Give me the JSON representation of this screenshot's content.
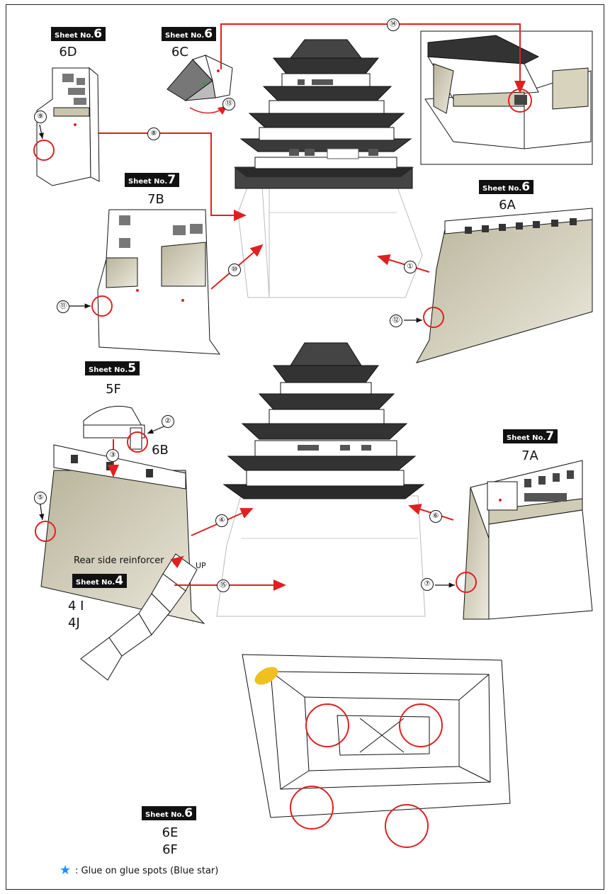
{
  "sheets": {
    "s6d": {
      "label": "Sheet No.",
      "num": "6",
      "code": "6D"
    },
    "s6c": {
      "label": "Sheet No.",
      "num": "6",
      "code": "6C"
    },
    "s7b": {
      "label": "Sheet No.",
      "num": "7",
      "code": "7B"
    },
    "s6a": {
      "label": "Sheet No.",
      "num": "6",
      "code": "6A"
    },
    "s5f": {
      "label": "Sheet No.",
      "num": "5",
      "code": "5F",
      "code2": "6B"
    },
    "s7a": {
      "label": "Sheet No.",
      "num": "7",
      "code": "7A"
    },
    "s4": {
      "label": "Sheet No.",
      "num": "4",
      "code": "4 I",
      "code2": "4J"
    },
    "s6e": {
      "label": "Sheet No.",
      "num": "6",
      "code": "6E",
      "code2": "6F"
    }
  },
  "steps": [
    "⑭",
    "⑨",
    "⑧",
    "⑬",
    "⑩",
    "①",
    "⑪",
    "⑫",
    "②",
    "③",
    "⑤",
    "④",
    "⑥",
    "⑦",
    "⑮"
  ],
  "texts": {
    "rear_title": "Rear side reinforcer",
    "up": "UP",
    "legend": ": Glue on glue spots (Blue star)",
    "star": "★"
  },
  "colors": {
    "accent": "#e02020",
    "glue": "#1e90ff",
    "roof": "#3a3a3a",
    "wall": "#cfcbb4"
  }
}
